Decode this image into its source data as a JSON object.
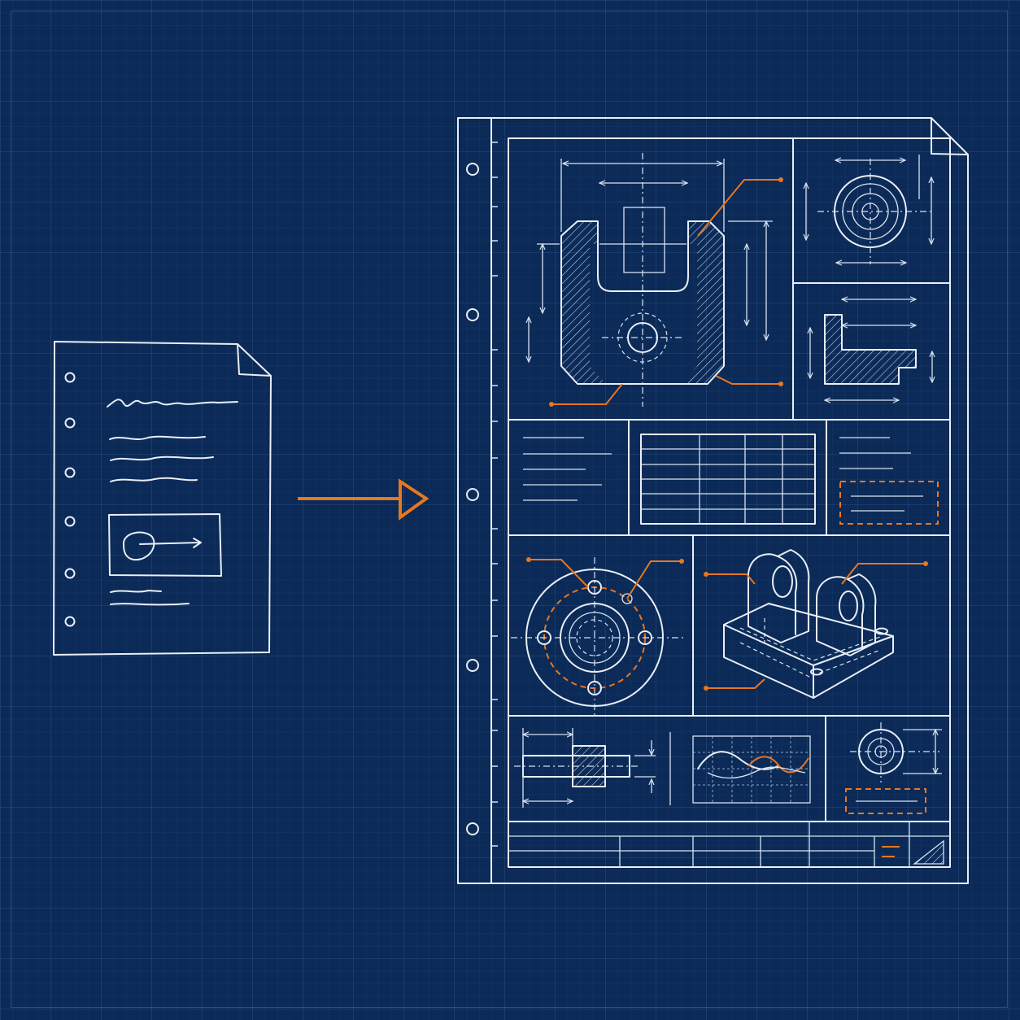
{
  "colors": {
    "background": "#0b2a57",
    "line": "#e9eef7",
    "accent": "#e8771f"
  },
  "sketch": {
    "kind": "hand-drawn notebook page",
    "binder_holes": 6,
    "icons": [
      "scribble-text-lines",
      "sketch-figure-with-arrow"
    ]
  },
  "arrow": {
    "direction": "right",
    "color": "#e8771f"
  },
  "blueprint": {
    "kind": "technical drawing sheet",
    "binder_holes": 5,
    "panels": [
      "section-view-part",
      "front-view-flange",
      "side-section-bracket",
      "notes-block-left",
      "table-block",
      "notes-block-right",
      "flange-plan-view",
      "isometric-bracket",
      "shaft-section",
      "wave-graph",
      "small-circle-detail",
      "title-block"
    ]
  }
}
